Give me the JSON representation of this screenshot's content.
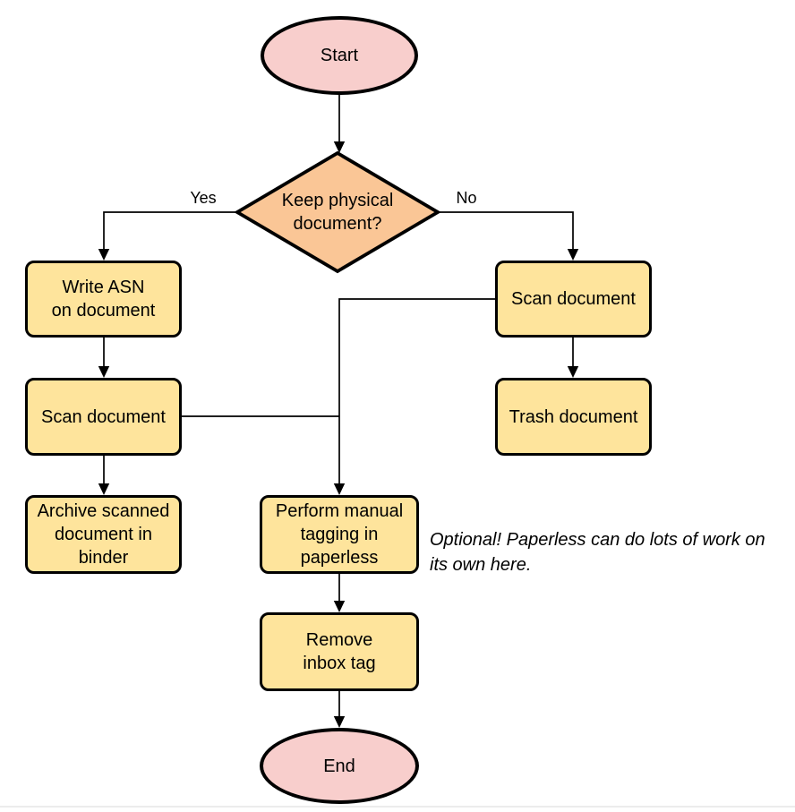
{
  "diagram": {
    "nodes": {
      "start": {
        "label": "Start"
      },
      "decision": {
        "label": "Keep physical\ndocument?"
      },
      "write_asn": {
        "label": "Write ASN\non document"
      },
      "scan_left": {
        "label": "Scan document"
      },
      "archive": {
        "label": "Archive scanned\ndocument in\nbinder"
      },
      "scan_right": {
        "label": "Scan document"
      },
      "trash": {
        "label": "Trash document"
      },
      "tagging": {
        "label": "Perform manual\ntagging in\npaperless"
      },
      "remove_inbox": {
        "label": "Remove\ninbox tag"
      },
      "end": {
        "label": "End"
      }
    },
    "edge_labels": {
      "yes": "Yes",
      "no": "No"
    },
    "annotation": "Optional! Paperless can do lots of work on\nits own here.",
    "colors": {
      "terminal_fill": "#F8CECC",
      "decision_fill": "#FAC696",
      "process_fill": "#FEE49C",
      "stroke": "#000000"
    }
  }
}
